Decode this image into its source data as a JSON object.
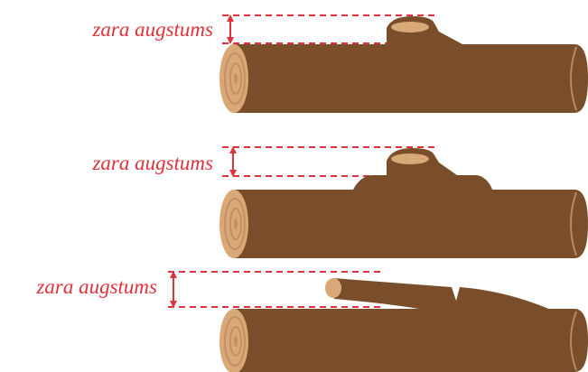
{
  "colors": {
    "wood": "#7a4e2a",
    "wood_cap": "#d9a877",
    "wood_cap_ring": "#c39061",
    "wood_outline": "#b98b5c",
    "measure": "#e0323a"
  },
  "panels": [
    {
      "label": "zara augstums"
    },
    {
      "label": "zara augstums"
    },
    {
      "label": "zara augstums"
    }
  ]
}
